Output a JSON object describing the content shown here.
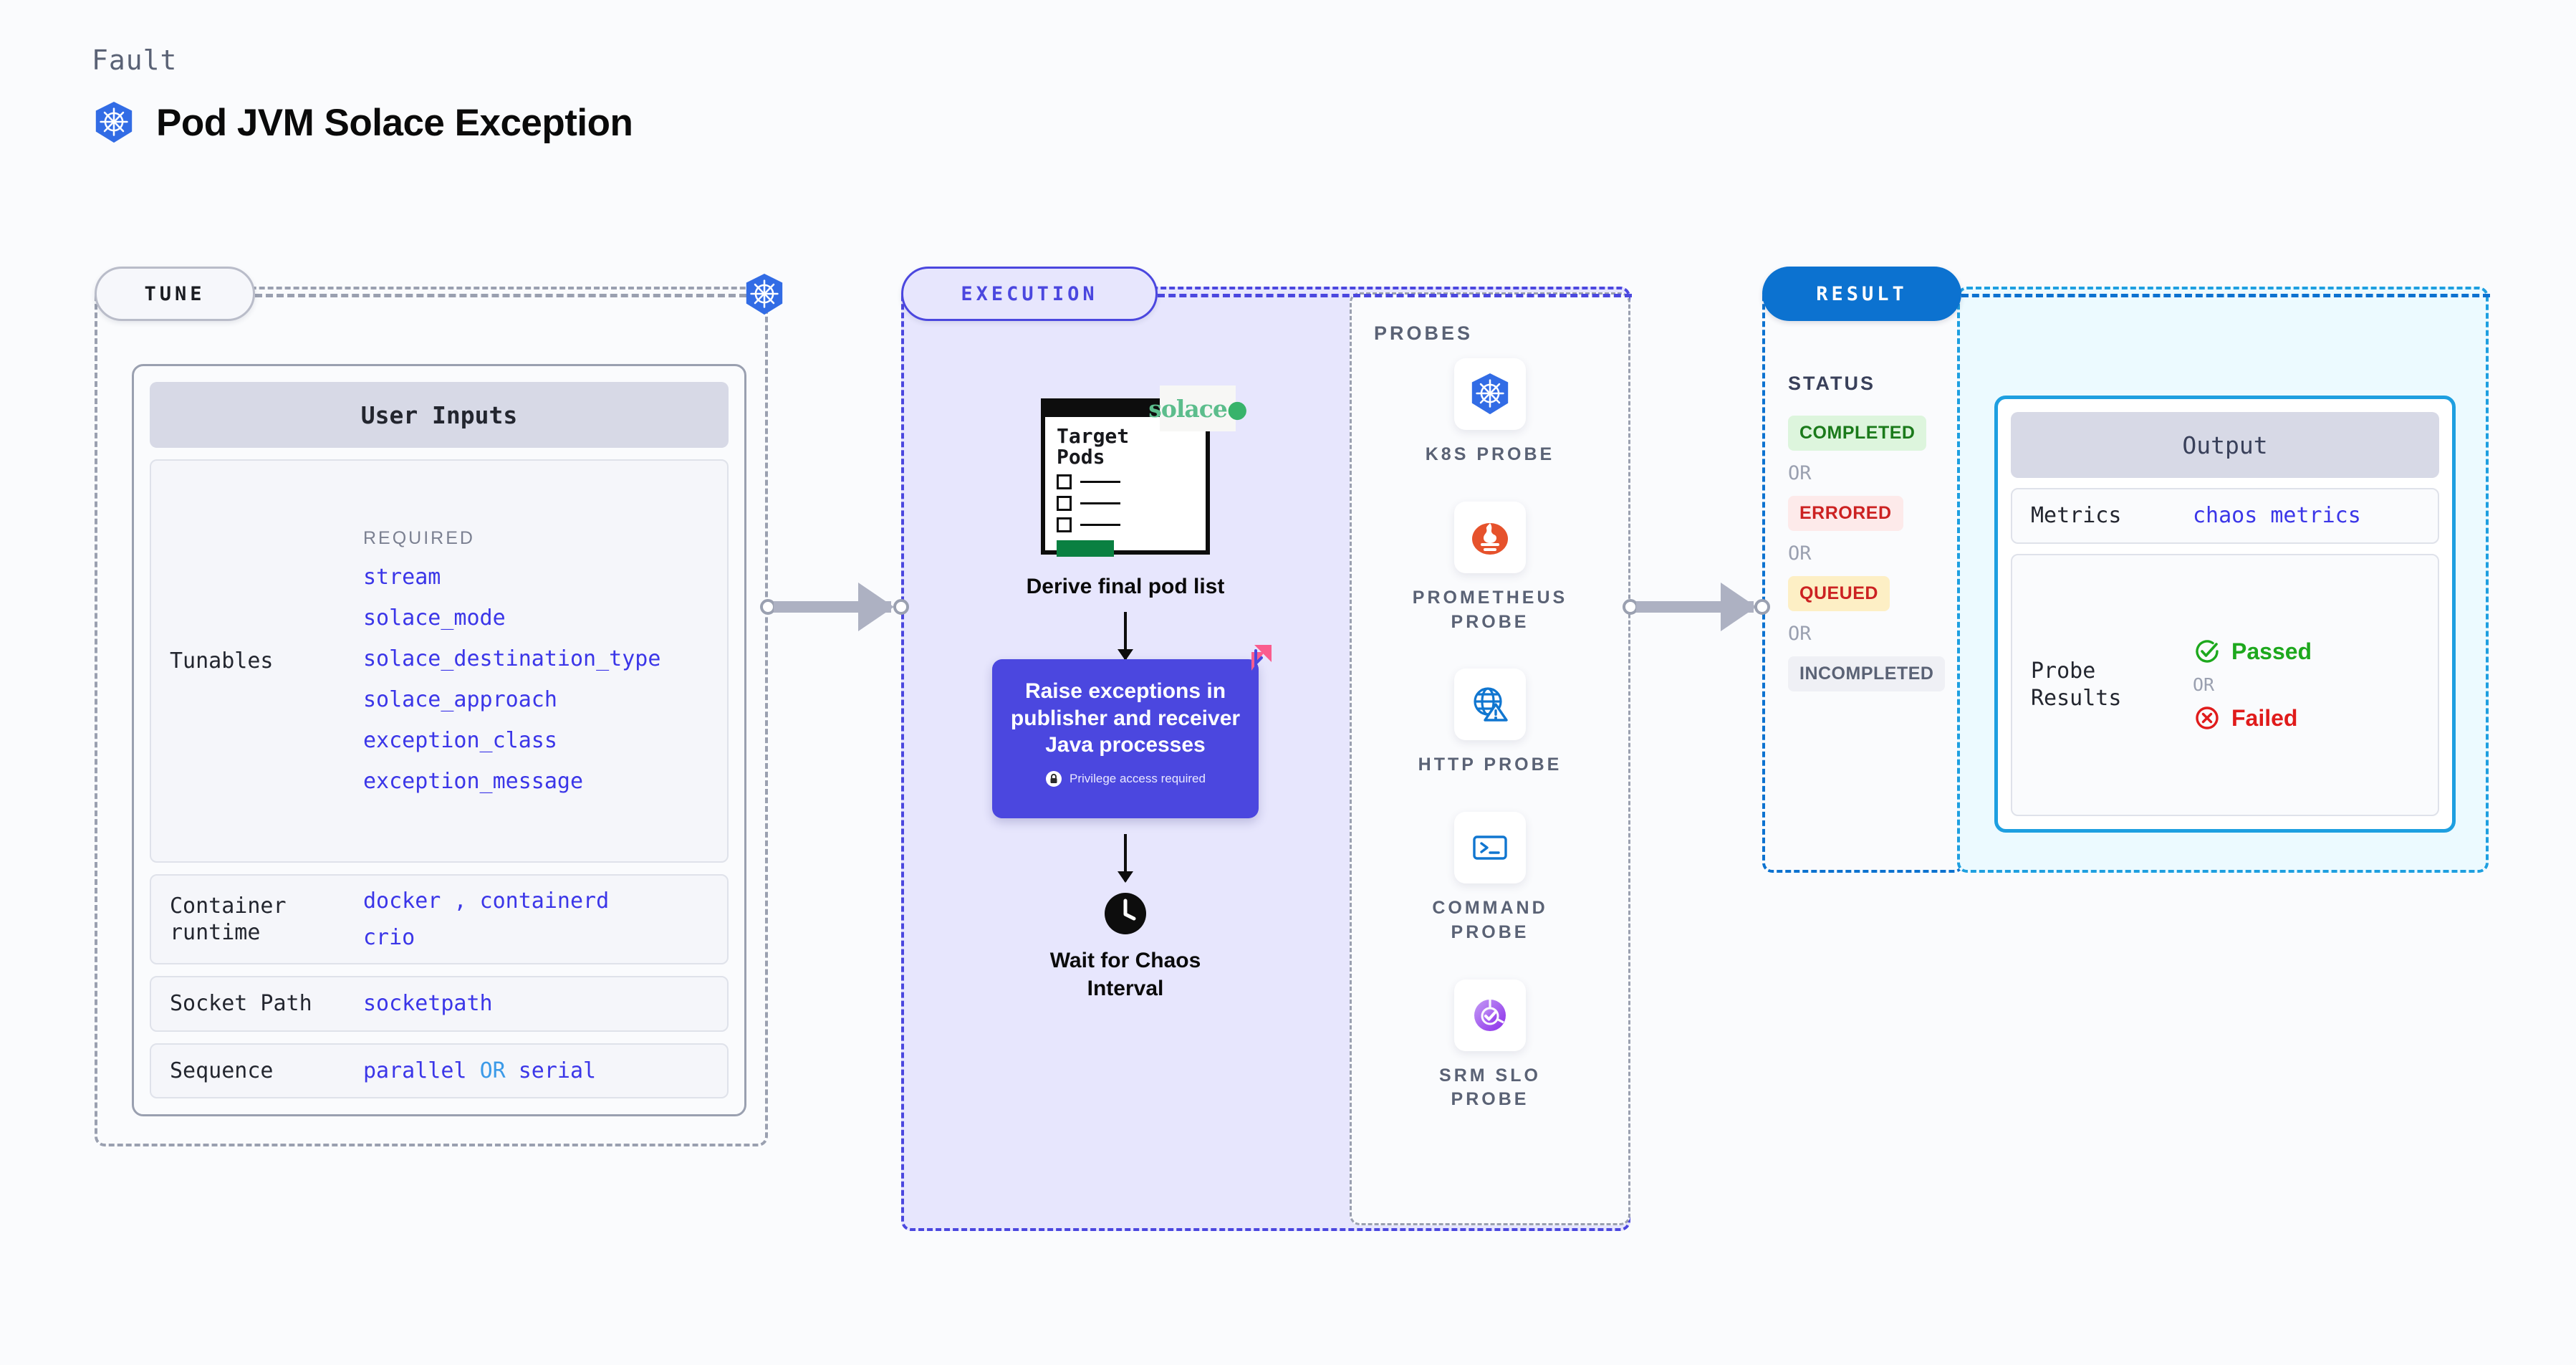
{
  "header": {
    "kicker": "Fault",
    "title": "Pod JVM Solace Exception",
    "icon": "kubernetes-icon"
  },
  "tune": {
    "pill_label": "TUNE",
    "card_header": "User Inputs",
    "rows": [
      {
        "label": "Tunables",
        "required_label": "REQUIRED",
        "tunables": [
          "stream",
          "solace_mode",
          "solace_destination_type",
          "solace_approach",
          "exception_class",
          "exception_message"
        ]
      },
      {
        "label": "Container runtime",
        "values": [
          "docker",
          ",",
          "containerd",
          "crio"
        ]
      },
      {
        "label": "Socket Path",
        "values": [
          "socketpath"
        ]
      },
      {
        "label": "Sequence",
        "values": [
          "parallel",
          "OR",
          "serial"
        ]
      }
    ]
  },
  "execution": {
    "pill_label": "EXECUTION",
    "pod_card": {
      "title_line1": "Target",
      "title_line2": "Pods",
      "logo_text": "solace",
      "logo_dot": "●"
    },
    "step1_caption": "Derive final pod list",
    "action_box": {
      "text": "Raise exceptions in publisher and receiver Java processes",
      "privilege_note": "Privilege access required",
      "lock_icon": "lock-icon",
      "ribbon_icon": "litmus-logo-icon"
    },
    "step3_caption_line1": "Wait for Chaos",
    "step3_caption_line2": "Interval",
    "clock_icon": "clock-icon"
  },
  "probes": {
    "title": "PROBES",
    "items": [
      {
        "label": "K8S PROBE",
        "icon": "kubernetes-icon"
      },
      {
        "label": "PROMETHEUS PROBE",
        "icon": "prometheus-icon"
      },
      {
        "label": "HTTP PROBE",
        "icon": "globe-warning-icon"
      },
      {
        "label": "COMMAND PROBE",
        "icon": "terminal-icon"
      },
      {
        "label": "SRM SLO PROBE",
        "icon": "srm-slo-icon"
      }
    ]
  },
  "result": {
    "pill_label": "RESULT",
    "status_title": "STATUS",
    "or_text": "OR",
    "statuses": [
      {
        "label": "COMPLETED",
        "kind": "completed"
      },
      {
        "label": "ERRORED",
        "kind": "errored"
      },
      {
        "label": "QUEUED",
        "kind": "queued"
      },
      {
        "label": "INCOMPLETED",
        "kind": "incompleted"
      }
    ]
  },
  "output": {
    "header": "Output",
    "metrics_label": "Metrics",
    "metrics_value": "chaos metrics",
    "probe_results_label": "Probe Results",
    "passed_label": "Passed",
    "failed_label": "Failed",
    "or_text": "OR",
    "passed_icon": "check-circle-icon",
    "failed_icon": "x-circle-icon"
  },
  "colors": {
    "accent_purple": "#4b47df",
    "accent_blue": "#0c72d0",
    "accent_cyan": "#1e9fe0",
    "tunable_blue": "#3b36e8",
    "pass_green": "#1da81d",
    "fail_red": "#e01b1b",
    "k8s_blue": "#326ce5",
    "solace_green": "#5cbd8c",
    "litmus_pink": "#fa5c8e"
  }
}
